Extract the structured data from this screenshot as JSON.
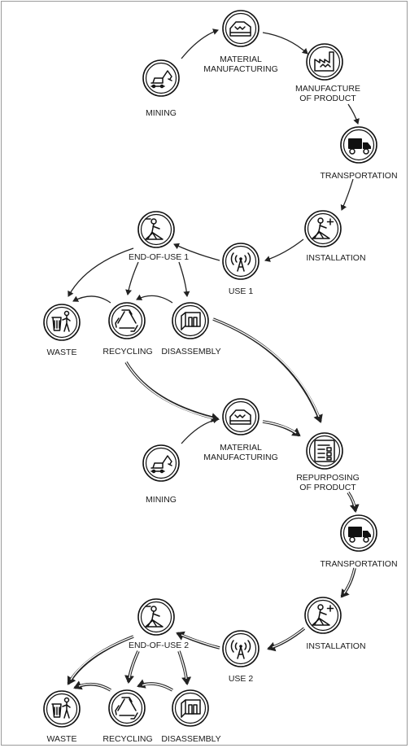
{
  "diagram": {
    "cycle1": {
      "mining": "MINING",
      "material_line1": "MATERIAL",
      "material_line2": "MANUFACTURING",
      "manufacture_line1": "MANUFACTURE",
      "manufacture_line2": "OF PRODUCT",
      "transportation": "TRANSPORTATION",
      "installation": "INSTALLATION",
      "use": "USE 1",
      "end_of_use": "END-OF-USE 1",
      "waste": "WASTE",
      "recycling": "RECYCLING",
      "disassembly": "DISASSEMBLY"
    },
    "cycle2": {
      "mining": "MINING",
      "material_line1": "MATERIAL",
      "material_line2": "MANUFACTURING",
      "repurposing_line1": "REPURPOSING",
      "repurposing_line2": "OF PRODUCT",
      "transportation": "TRANSPORTATION",
      "installation": "INSTALLATION",
      "use": "USE 2",
      "end_of_use": "END-OF-USE 2",
      "waste": "WASTE",
      "recycling": "RECYCLING",
      "disassembly": "DISASSEMBLY"
    }
  }
}
